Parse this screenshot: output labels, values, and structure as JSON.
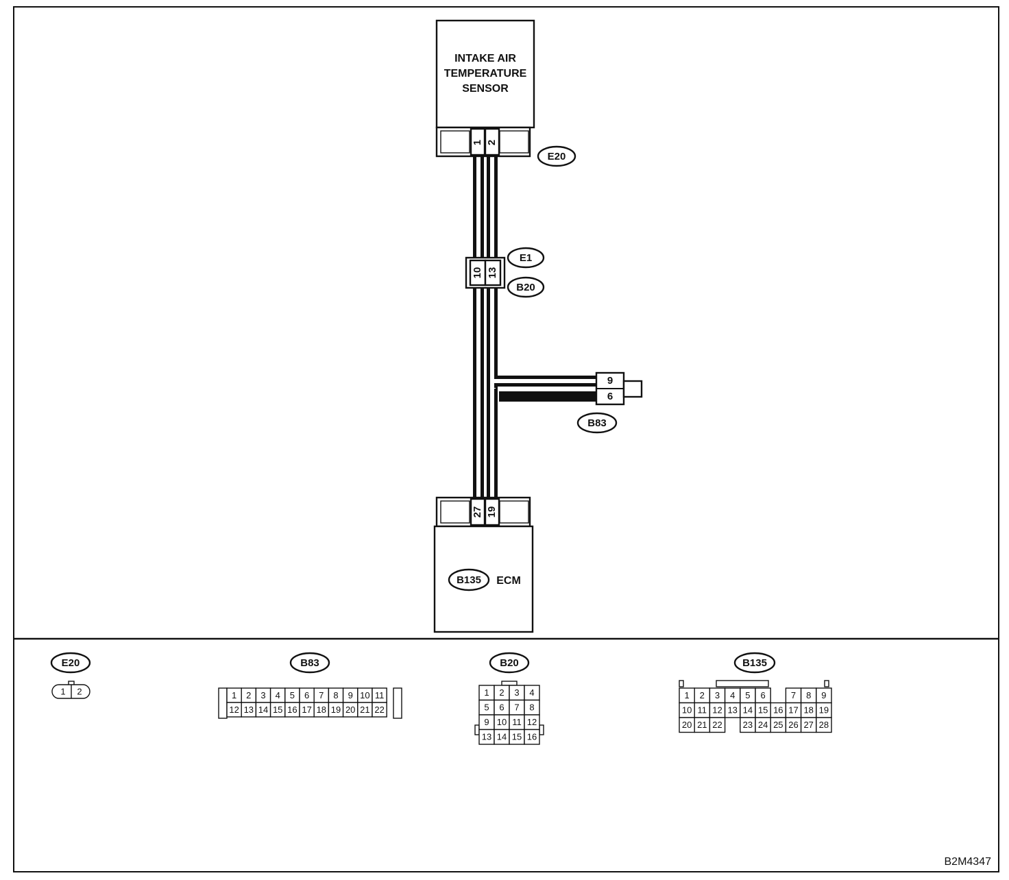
{
  "sensor": {
    "title_lines": [
      "INTAKE AIR",
      "TEMPERATURE",
      "SENSOR"
    ],
    "connector": "E20",
    "pins": [
      "1",
      "2"
    ]
  },
  "joint": {
    "top_connector": "E1",
    "bottom_connector": "B20",
    "pins": [
      "10",
      "13"
    ]
  },
  "branch": {
    "connector": "B83",
    "pins": [
      "9",
      "6"
    ]
  },
  "ecm": {
    "title": "ECM",
    "connector": "B135",
    "pins": [
      "27",
      "19"
    ]
  },
  "connector_faces": {
    "e20": {
      "tag": "E20",
      "pins": [
        "1",
        "2"
      ]
    },
    "b83": {
      "tag": "B83",
      "row1": [
        "1",
        "2",
        "3",
        "4",
        "5",
        "6",
        "7",
        "8",
        "9",
        "10",
        "11"
      ],
      "row2": [
        "12",
        "13",
        "14",
        "15",
        "16",
        "17",
        "18",
        "19",
        "20",
        "21",
        "22"
      ]
    },
    "b20": {
      "tag": "B20",
      "rows": [
        [
          "1",
          "2",
          "3",
          "4"
        ],
        [
          "5",
          "6",
          "7",
          "8"
        ],
        [
          "9",
          "10",
          "11",
          "12"
        ],
        [
          "13",
          "14",
          "15",
          "16"
        ]
      ]
    },
    "b135": {
      "tag": "B135",
      "row1": [
        "1",
        "2",
        "3",
        "4",
        "5",
        "6",
        "",
        "7",
        "8",
        "9"
      ],
      "row2": [
        "10",
        "11",
        "12",
        "13",
        "14",
        "15",
        "16",
        "17",
        "18",
        "19"
      ],
      "row3": [
        "20",
        "21",
        "22",
        "",
        "23",
        "24",
        "25",
        "26",
        "27",
        "28"
      ]
    }
  },
  "figure_id": "B2M4347"
}
